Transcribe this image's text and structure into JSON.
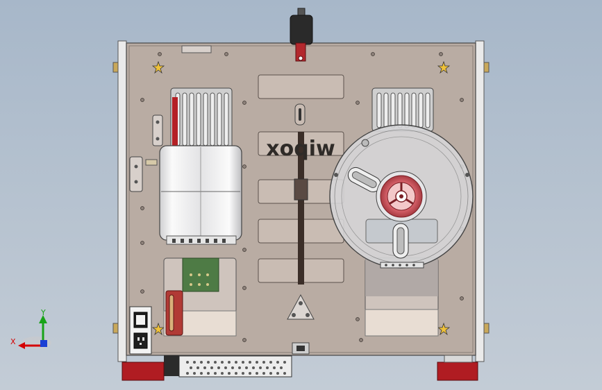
{
  "viewport": {
    "background_top": "#a7b7c9",
    "background_bottom": "#c3ccd6"
  },
  "model": {
    "logo_text": "wipox",
    "logo_mirrored": true,
    "colors": {
      "back_plate": "#b8aba2",
      "side_rail": "#e6e6e6",
      "fan_grill": "#c9c9c9",
      "spool_holder": "#d0d0d2",
      "spool_hub_accent": "#d84d58",
      "feet": "#b01c22",
      "pcb": "#4e7b45",
      "power_switch": "#1e1e1e"
    }
  },
  "triad": {
    "x_label": "X",
    "y_label": "Y",
    "x_color": "#d40000",
    "y_color": "#18a318",
    "z_color": "#1a3fd4"
  }
}
